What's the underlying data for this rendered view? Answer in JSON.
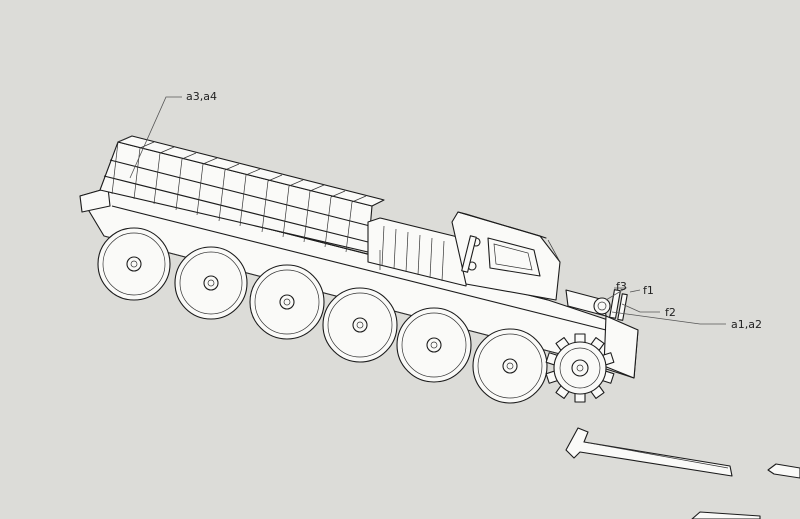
{
  "labels": {
    "a3a4": "a3,a4",
    "f3": "f3",
    "f1": "f1",
    "f2": "f2",
    "a1a2": "a1,a2"
  },
  "colors": {
    "background": "#dcdcd8",
    "line": "#1c1c1c",
    "fill": "#fafaf8"
  },
  "wheel_count": 6,
  "sprocket_count": 1
}
